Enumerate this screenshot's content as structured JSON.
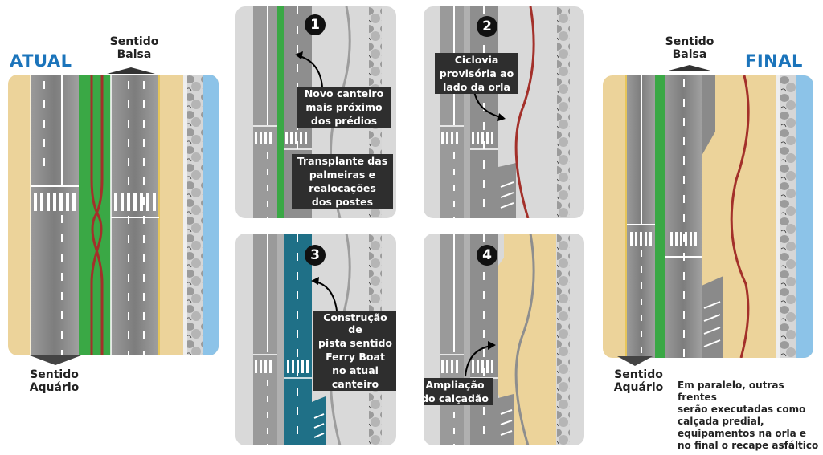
{
  "current": {
    "title": "ATUAL",
    "top_direction": {
      "line1": "Sentido",
      "line2": "Balsa"
    },
    "bottom_direction": {
      "line1": "Sentido",
      "line2": "Aquário"
    }
  },
  "final": {
    "title": "FINAL",
    "top_direction": {
      "line1": "Sentido",
      "line2": "Balsa"
    },
    "bottom_direction": {
      "line1": "Sentido",
      "line2": "Aquário"
    },
    "note": [
      "Em paralelo, outras frentes",
      "serão executadas como",
      "calçada predial,",
      "equipamentos na orla e",
      "no final o recape asfáltico"
    ]
  },
  "steps": [
    {
      "number": "1",
      "callouts": [
        [
          "Novo canteiro",
          "mais próximo",
          "dos prédios"
        ],
        [
          "Transplante das",
          "palmeiras e",
          "realocações",
          "dos postes"
        ]
      ]
    },
    {
      "number": "2",
      "callouts": [
        [
          "Ciclovia",
          "provisória ao",
          "lado da orla"
        ]
      ]
    },
    {
      "number": "3",
      "callouts": [
        [
          "Construção de",
          "pista sentido",
          "Ferry Boat",
          "no atual",
          "canteiro"
        ]
      ]
    },
    {
      "number": "4",
      "callouts": [
        [
          "Ampliação",
          "do calçadão"
        ]
      ]
    }
  ],
  "colors": {
    "title_blue": "#1b74bb",
    "sidewalk": "#ecd39a",
    "asphalt": "#8a8a8a",
    "median_green": "#3aa845",
    "bike_lane_red": "#a3302a",
    "water_blue": "#8cc3e8",
    "new_lane_teal": "#1f7087",
    "callout_bg": "#2e2e2e"
  }
}
